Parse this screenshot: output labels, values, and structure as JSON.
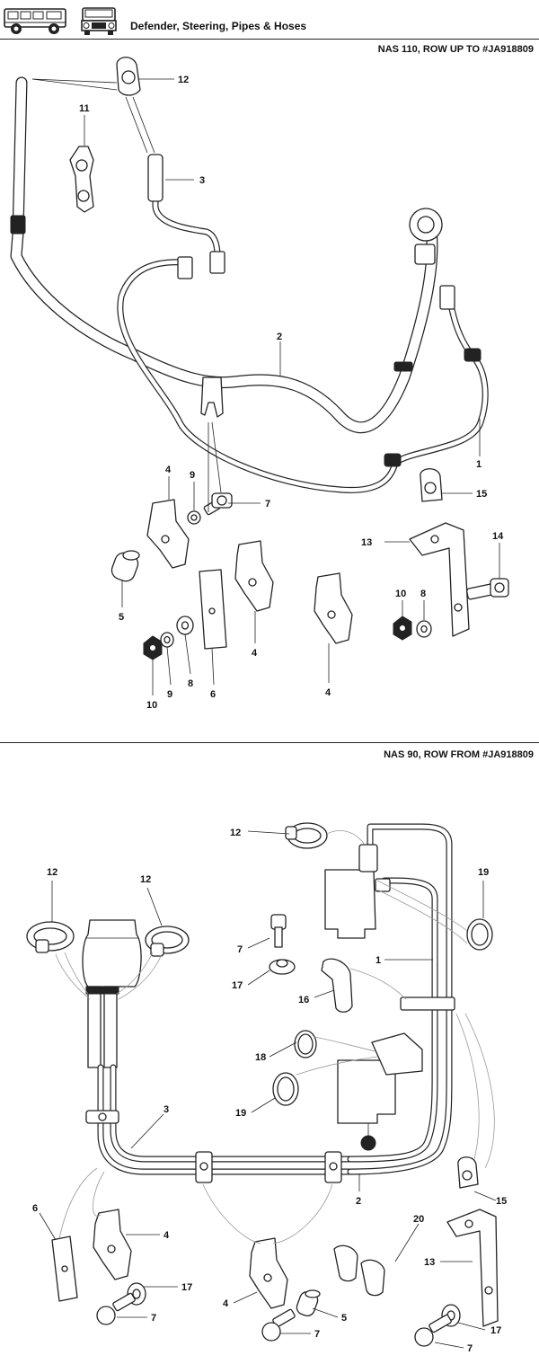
{
  "header": {
    "title": "Defender, Steering, Pipes & Hoses",
    "logo_left": "defender-station-wagon-side-icon",
    "logo_right": "defender-front-icon"
  },
  "sections": [
    {
      "title": "NAS 110, ROW UP TO #JA918809",
      "callouts": [
        "12",
        "11",
        "3",
        "2",
        "1",
        "4",
        "9",
        "7",
        "15",
        "13",
        "14",
        "5",
        "10",
        "8",
        "4",
        "10",
        "9",
        "8",
        "6",
        "4"
      ]
    },
    {
      "title": "NAS 90, ROW FROM #JA918809",
      "callouts": [
        "12",
        "12",
        "12",
        "19",
        "7",
        "1",
        "17",
        "16",
        "18",
        "19",
        "3",
        "2",
        "15",
        "6",
        "4",
        "20",
        "13",
        "17",
        "4",
        "5",
        "7",
        "17",
        "7"
      ]
    }
  ]
}
